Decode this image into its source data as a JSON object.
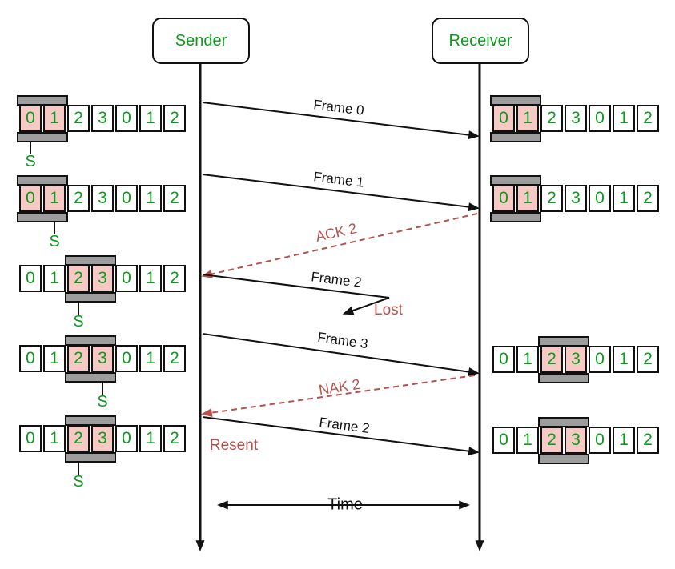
{
  "diagram": {
    "title_sender": "Sender",
    "title_receiver": "Receiver",
    "time_label": "Time",
    "pointer_label": "S",
    "cells": [
      "0",
      "1",
      "2",
      "3",
      "0",
      "1",
      "2"
    ],
    "sender_states": [
      {
        "window": [
          0,
          1
        ],
        "pointer": 0
      },
      {
        "window": [
          0,
          1
        ],
        "pointer": 1
      },
      {
        "window": [
          2,
          3
        ],
        "pointer": 2
      },
      {
        "window": [
          2,
          3
        ],
        "pointer": 3
      },
      {
        "window": [
          2,
          3
        ],
        "pointer": 2
      }
    ],
    "receiver_states": [
      {
        "window": [
          0,
          1
        ]
      },
      {
        "window": [
          0,
          1
        ]
      },
      {
        "window": [
          2,
          3
        ]
      },
      {
        "window": [
          2,
          3
        ]
      }
    ],
    "messages": [
      {
        "label": "Frame 0",
        "kind": "data",
        "from": "sender",
        "to": "receiver"
      },
      {
        "label": "Frame 1",
        "kind": "data",
        "from": "sender",
        "to": "receiver"
      },
      {
        "label": "ACK 2",
        "kind": "ack",
        "from": "receiver",
        "to": "sender"
      },
      {
        "label": "Frame 2",
        "kind": "data-lost",
        "from": "sender",
        "to": "receiver",
        "note": "Lost"
      },
      {
        "label": "Frame 3",
        "kind": "data",
        "from": "sender",
        "to": "receiver"
      },
      {
        "label": "NAK 2",
        "kind": "nak",
        "from": "receiver",
        "to": "sender"
      },
      {
        "label": "Frame 2",
        "kind": "data",
        "from": "sender",
        "to": "receiver",
        "note": "Resent"
      }
    ],
    "colors": {
      "green": "#0b9a1d",
      "window_fill": "#f6c9c4",
      "bar_gray": "#9d9d9d",
      "red": "#b5524e",
      "line": "#111111"
    }
  }
}
